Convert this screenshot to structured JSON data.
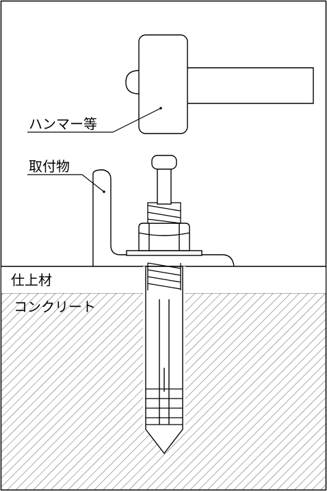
{
  "labels": {
    "hammer": "ハンマー等",
    "fixture": "取付物",
    "finish": "仕上材",
    "concrete": "コンクリート"
  },
  "colors": {
    "line": "#000000",
    "hatch": "#555555",
    "background": "#ffffff"
  }
}
